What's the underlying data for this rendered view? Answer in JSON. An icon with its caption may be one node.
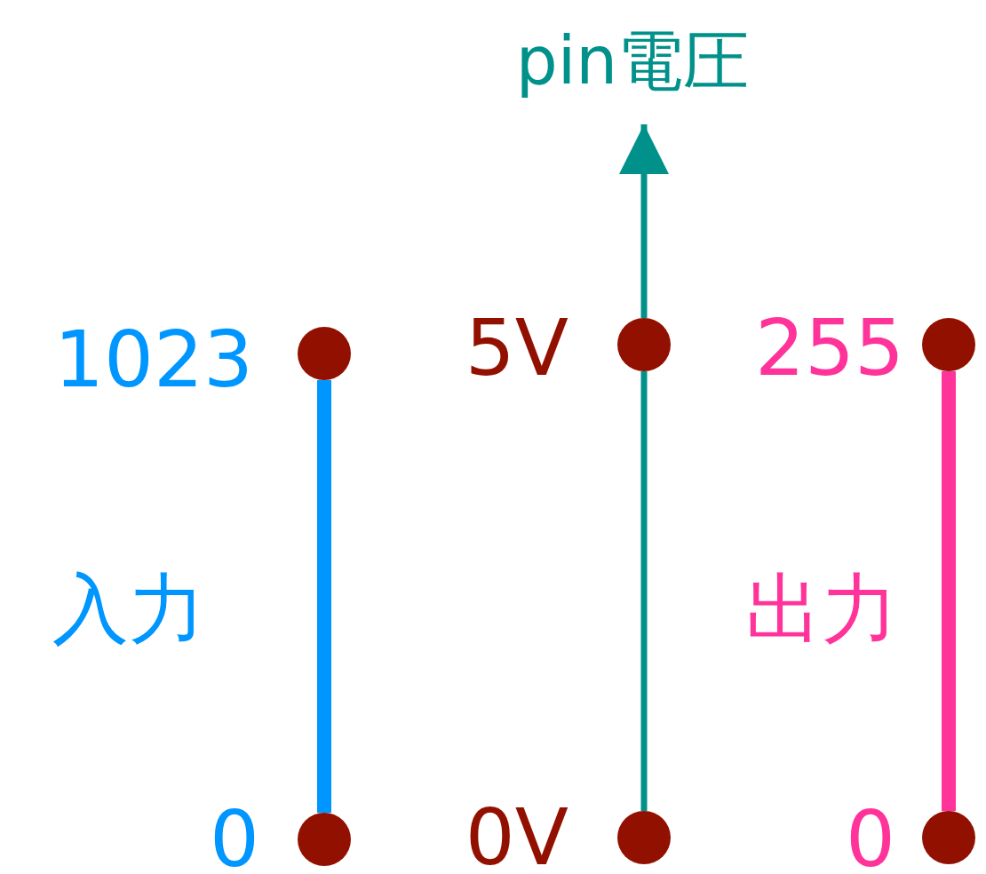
{
  "diagram": {
    "nodes": [
      {
        "text": [
          "pin電圧"
        ]
      },
      {
        "text": [],
        "shape": "circle",
        "beside": [
          "1023"
        ]
      },
      {
        "text": [],
        "shape": "circle",
        "beside": [
          "5V"
        ]
      },
      {
        "text": [],
        "shape": "circle",
        "beside": [
          "255"
        ]
      },
      {
        "text": [],
        "shape": "circle",
        "beside": [
          "0"
        ]
      },
      {
        "text": [],
        "shape": "circle",
        "beside": [
          "0V"
        ]
      },
      {
        "text": [],
        "shape": "circle",
        "beside": [
          "0"
        ]
      }
    ],
    "edges": [
      {
        "from": 4,
        "to": 1,
        "arrow": "none",
        "style": "thick",
        "color": "#0096ff"
      },
      {
        "from": 5,
        "to": 2,
        "arrow": "none",
        "color": "#00918a"
      },
      {
        "from": 2,
        "to": 0,
        "arrow": "to",
        "color": "#00918a"
      },
      {
        "from": 6,
        "to": 3,
        "arrow": "none",
        "style": "thick",
        "color": "#ff3399"
      }
    ],
    "labels": [
      "入力",
      "出力"
    ]
  }
}
